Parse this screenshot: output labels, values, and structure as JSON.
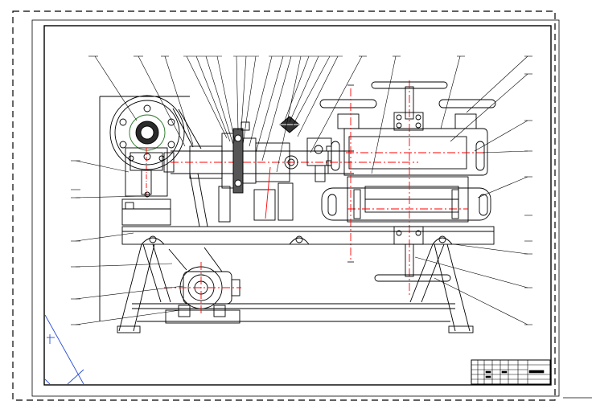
{
  "drawing": {
    "kind": "mechanical assembly drawing",
    "colors": {
      "paper": "#ffffff",
      "outline": "#000000",
      "centerline": "#ff0000",
      "fill_dark": "#222222",
      "hatch_green": "#2a7a2a"
    },
    "border_style": "dashed outer frame with solid inner frame",
    "callouts": {
      "top": [
        "",
        "",
        "",
        "",
        "",
        "",
        "",
        "",
        "",
        "",
        "",
        "",
        "",
        "",
        "",
        "",
        "",
        "",
        "",
        "",
        "",
        "",
        ""
      ],
      "left": [
        "",
        "",
        "",
        "",
        "",
        "",
        ""
      ],
      "right": [
        "",
        "",
        "",
        "",
        "",
        "",
        "",
        "",
        "",
        "",
        ""
      ]
    },
    "title_block": {
      "rows": 5,
      "columns": 8,
      "cells": [
        "",
        "",
        "",
        "",
        "",
        "",
        "",
        "",
        "",
        "",
        "",
        "",
        "",
        ""
      ]
    }
  }
}
